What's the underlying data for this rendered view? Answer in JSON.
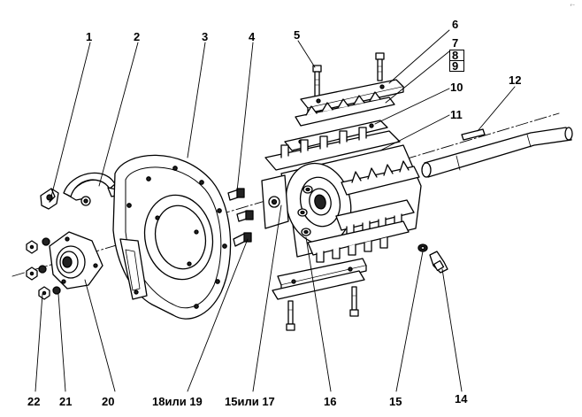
{
  "corner_mark": "ᶠ⁻",
  "callouts": [
    {
      "id": "1",
      "text": "1"
    },
    {
      "id": "2",
      "text": "2"
    },
    {
      "id": "3",
      "text": "3"
    },
    {
      "id": "4",
      "text": "4"
    },
    {
      "id": "5",
      "text": "5"
    },
    {
      "id": "6",
      "text": "6"
    },
    {
      "id": "7",
      "text": "7"
    },
    {
      "id": "8",
      "text": "8"
    },
    {
      "id": "9",
      "text": "9"
    },
    {
      "id": "10",
      "text": "10"
    },
    {
      "id": "11",
      "text": "11"
    },
    {
      "id": "12",
      "text": "12"
    },
    {
      "id": "14",
      "text": "14"
    },
    {
      "id": "15",
      "text": "15"
    },
    {
      "id": "16",
      "text": "16"
    },
    {
      "id": "15or17",
      "text": "15или 17"
    },
    {
      "id": "18or19",
      "text": "18или 19"
    },
    {
      "id": "20",
      "text": "20"
    },
    {
      "id": "21",
      "text": "21"
    },
    {
      "id": "22",
      "text": "22"
    }
  ]
}
